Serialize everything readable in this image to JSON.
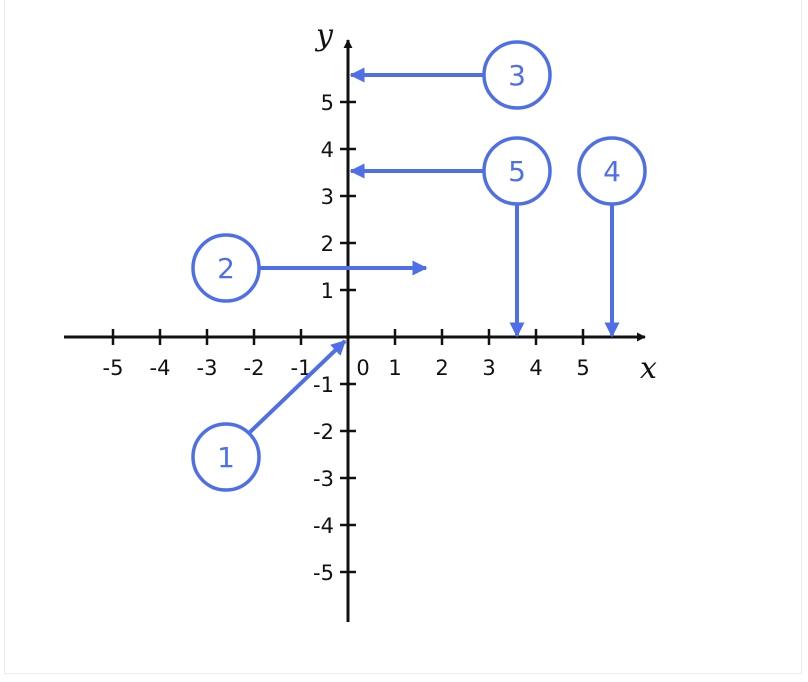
{
  "axes": {
    "x_label": "x",
    "y_label": "y",
    "x_ticks": [
      "-5",
      "-4",
      "-3",
      "-2",
      "-1",
      "0",
      "1",
      "2",
      "3",
      "4",
      "5"
    ],
    "y_ticks_positive": [
      "1",
      "2",
      "3",
      "4",
      "5"
    ],
    "y_ticks_negative": [
      "-1",
      "-2",
      "-3",
      "-4",
      "-5"
    ],
    "x_range": [
      -5.5,
      6
    ],
    "y_range": [
      -5.5,
      6
    ]
  },
  "callouts": [
    {
      "number": "1",
      "points_to": [
        0,
        0
      ]
    },
    {
      "number": "2",
      "points_to": [
        1.7,
        1.5
      ]
    },
    {
      "number": "3",
      "points_to": [
        0,
        5.6
      ]
    },
    {
      "number": "4",
      "points_to": [
        5.6,
        0
      ]
    },
    {
      "number": "5",
      "points_to": [
        0,
        3.6
      ]
    },
    {
      "number": "5",
      "points_to": [
        3.6,
        0
      ]
    }
  ],
  "colors": {
    "axis": "#111111",
    "callout": "#4f6fe8"
  }
}
